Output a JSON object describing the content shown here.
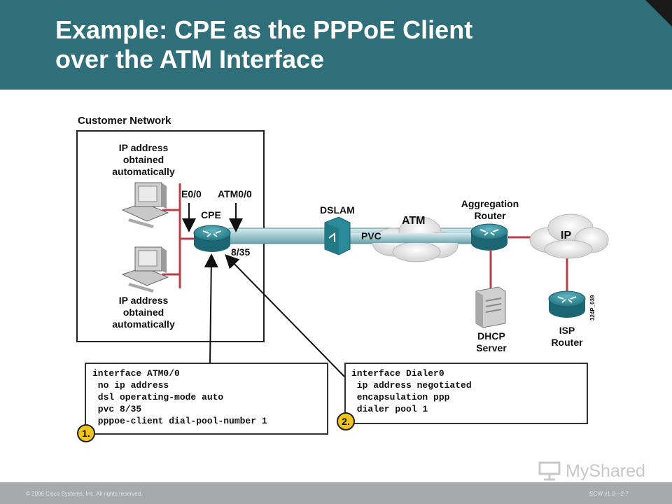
{
  "header": {
    "title_line1": "Example: CPE as the PPPoE Client",
    "title_line2": "over the ATM Interface"
  },
  "diagram": {
    "customer_network_label": "Customer Network",
    "pc_top_label": [
      "IP address",
      "obtained",
      "automatically"
    ],
    "pc_bottom_label": [
      "IP address",
      "obtained",
      "automatically"
    ],
    "e0_label": "E0/0",
    "atm_label": "ATM0/0",
    "cpe_label": "CPE",
    "vc_label": "8/35",
    "dslam_label": "DSLAM",
    "pvc_label": "PVC",
    "atm_cloud_label": "ATM",
    "agg_router_label": [
      "Aggregation",
      "Router"
    ],
    "ip_cloud_label": "IP",
    "dhcp_label": [
      "DHCP",
      "Server"
    ],
    "isp_label": [
      "ISP",
      "Router"
    ],
    "figure_id": "324P_039"
  },
  "config_boxes": [
    {
      "step": "1.",
      "lines": [
        "interface ATM0/0",
        " no ip address",
        " dsl operating-mode auto",
        " pvc 8/35",
        " pppoe-client dial-pool-number 1"
      ]
    },
    {
      "step": "2.",
      "lines": [
        "interface Dialer0",
        " ip address negotiated",
        " encapsulation ppp",
        " dialer pool 1"
      ]
    }
  ],
  "footer": {
    "copyright": "© 2006 Cisco Systems, Inc. All rights reserved.",
    "course": "ISCW v1.0—2-7"
  },
  "watermark": {
    "text": "MyShared"
  },
  "colors": {
    "header_bg": "#2f6f7a",
    "link_red": "#b5404a",
    "router_teal": "#2a8a9a",
    "step_yellow": "#f0c419"
  }
}
